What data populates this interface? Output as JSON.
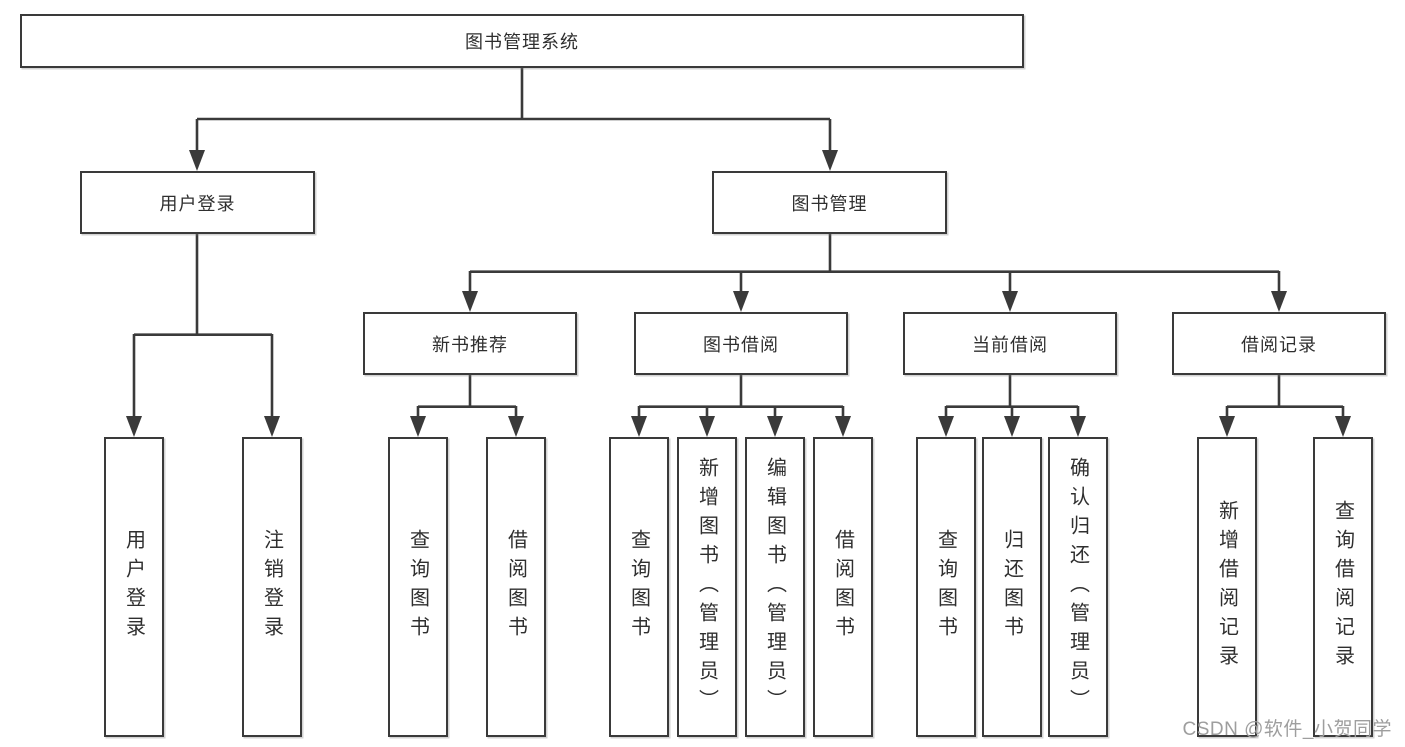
{
  "diagram": {
    "title": "图书管理系统",
    "level2": {
      "user_login": "用户登录",
      "book_mgmt": "图书管理"
    },
    "level3": {
      "new_book_rec": "新书推荐",
      "book_borrow": "图书借阅",
      "current_borrow": "当前借阅",
      "borrow_records": "借阅记录"
    },
    "leaves": {
      "user_login_1": "用户登录",
      "user_login_2": "注销登录",
      "new_book_rec_1": "查询图书",
      "new_book_rec_2": "借阅图书",
      "book_borrow_1": "查询图书",
      "book_borrow_2": "新增图书（管理员）",
      "book_borrow_3": "编辑图书（管理员）",
      "book_borrow_4": "借阅图书",
      "current_borrow_1": "查询图书",
      "current_borrow_2": "归还图书",
      "current_borrow_3": "确认归还（管理员）",
      "borrow_records_1": "新增借阅记录",
      "borrow_records_2": "查询借阅记录"
    }
  },
  "watermark": "CSDN @软件_小贺同学",
  "colors": {
    "line": "#3a3a3a",
    "text": "#2f2f2f",
    "watermark": "#9e9e9e",
    "background": "#ffffff"
  }
}
